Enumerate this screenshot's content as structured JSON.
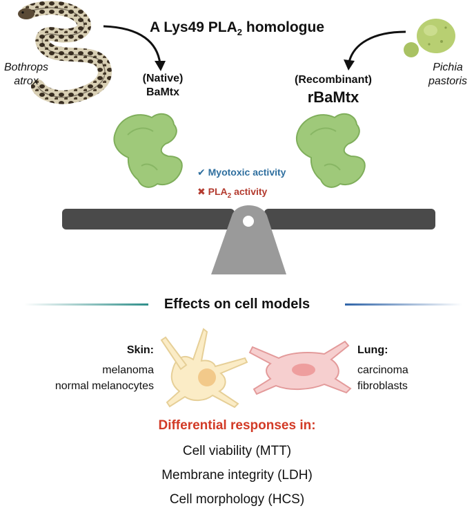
{
  "title_main": "A Lys49 PLA",
  "title_sub": "2",
  "title_tail": " homologue",
  "left": {
    "species_line1": "Bothrops",
    "species_line2": "atrox",
    "label_line1": "(Native)",
    "label_line2": "BaMtx"
  },
  "right": {
    "species_line1": "Pichia",
    "species_line2": "pastoris",
    "label_line1": "(Recombinant)",
    "label_line2": "rBaMtx"
  },
  "activities": {
    "check_symbol": "✔",
    "check_text": "Myotoxic activity",
    "cross_symbol": "✖",
    "cross_main": "PLA",
    "cross_sub": "2",
    "cross_tail": " activity"
  },
  "section_title": "Effects on cell models",
  "skin": {
    "heading": "Skin:",
    "items": [
      "melanoma",
      "normal melanocytes"
    ]
  },
  "lung": {
    "heading": "Lung:",
    "items": [
      "carcinoma",
      "fibroblasts"
    ]
  },
  "differential_heading": "Differential responses in:",
  "responses": [
    "Cell viability (MTT)",
    "Membrane integrity (LDH)",
    "Cell morphology (HCS)"
  ],
  "colors": {
    "protein": "#9fc97a",
    "protein_dark": "#7fae5b",
    "check": "#2f6f9f",
    "cross": "#b33a2e",
    "highlight_red": "#d23a26",
    "beam": "#4a4a4a",
    "fulcrum": "#9a9a9a",
    "teal_line": "#2f8f8a",
    "blue_line": "#2f64a8",
    "melanocyte_fill": "#fbecc6",
    "fibroblast_fill": "#f6cfcf"
  }
}
